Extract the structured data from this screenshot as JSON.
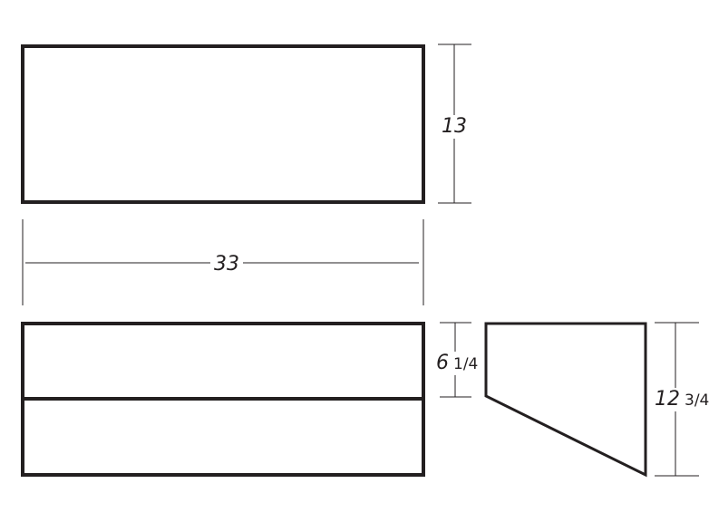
{
  "diagram": {
    "dimensions": {
      "top_height": {
        "value": "13",
        "fraction": ""
      },
      "length": {
        "value": "33",
        "fraction": ""
      },
      "front_upper_height": {
        "value": "6",
        "fraction": "1/4"
      },
      "side_height": {
        "value": "12",
        "fraction": "3/4"
      }
    },
    "colors": {
      "line": "#231f20",
      "background": "#ffffff"
    }
  }
}
